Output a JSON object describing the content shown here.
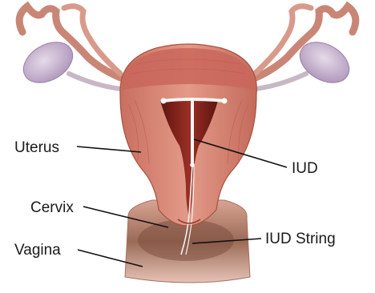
{
  "labels": {
    "uterus": "Uterus",
    "cervix": "Cervix",
    "vagina": "Vagina",
    "iud": "IUD",
    "iud_string": "IUD String"
  },
  "colors": {
    "tissue": "#d98a78",
    "tissue_dark": "#b5584a",
    "cavity": "#7a1f18",
    "tube": "#b86a5a",
    "ovary": "#c9b3d3",
    "vagina": "#9c6a5a",
    "iud": "#ffffff",
    "leader": "#111111"
  }
}
